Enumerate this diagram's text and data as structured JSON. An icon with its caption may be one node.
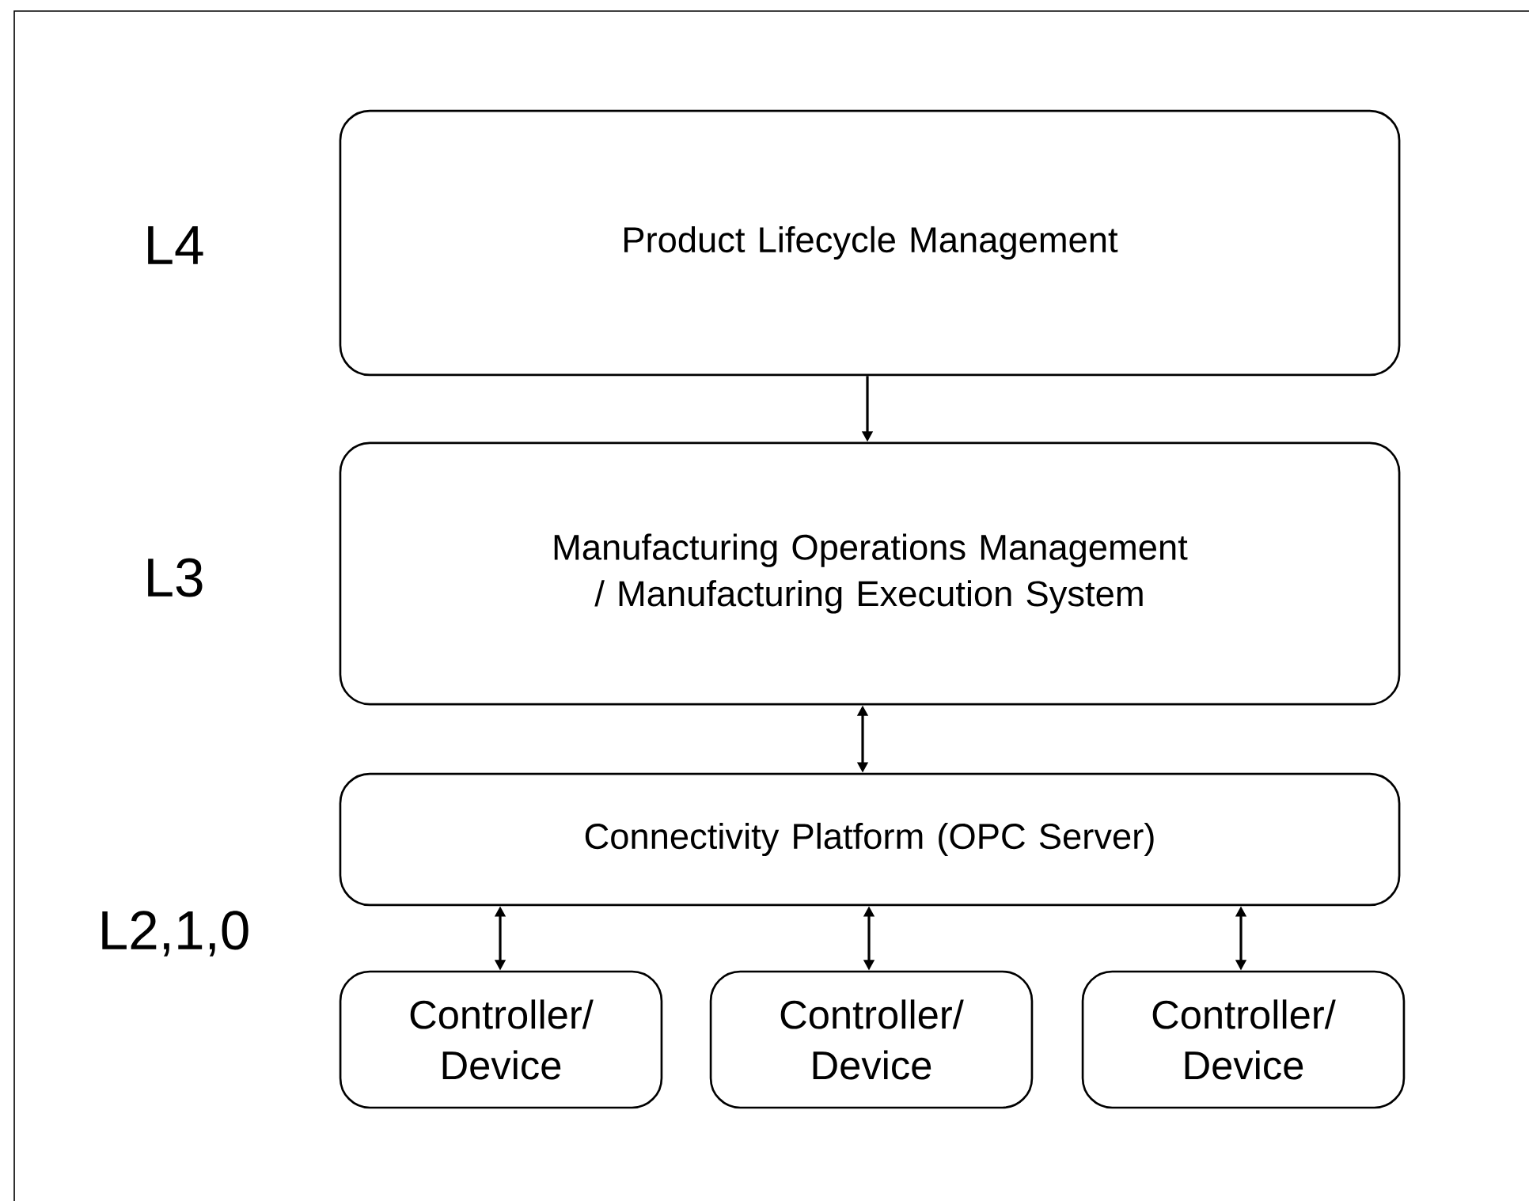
{
  "diagram": {
    "nodes": [
      {
        "text": [
          "Product Lifecycle Management"
        ]
      },
      {
        "text": [
          "Manufacturing Operations Management / Manufacturing Execution System"
        ]
      },
      {
        "text": [
          "Connectivity Platform (OPC Server)"
        ]
      },
      {
        "text": [
          "Controller/ Device"
        ]
      },
      {
        "text": [
          "Controller/ Device"
        ]
      },
      {
        "text": [
          "Controller/ Device"
        ]
      }
    ],
    "edges": [
      {
        "from": 0,
        "to": 1,
        "arrow": "to"
      },
      {
        "from": 1,
        "to": 2,
        "arrow": "both"
      },
      {
        "from": 2,
        "to": 3,
        "arrow": "both"
      },
      {
        "from": 2,
        "to": 4,
        "arrow": "both"
      },
      {
        "from": 2,
        "to": 5,
        "arrow": "both"
      }
    ],
    "labels": [
      "L4",
      "L3",
      "L2,1,0"
    ]
  }
}
